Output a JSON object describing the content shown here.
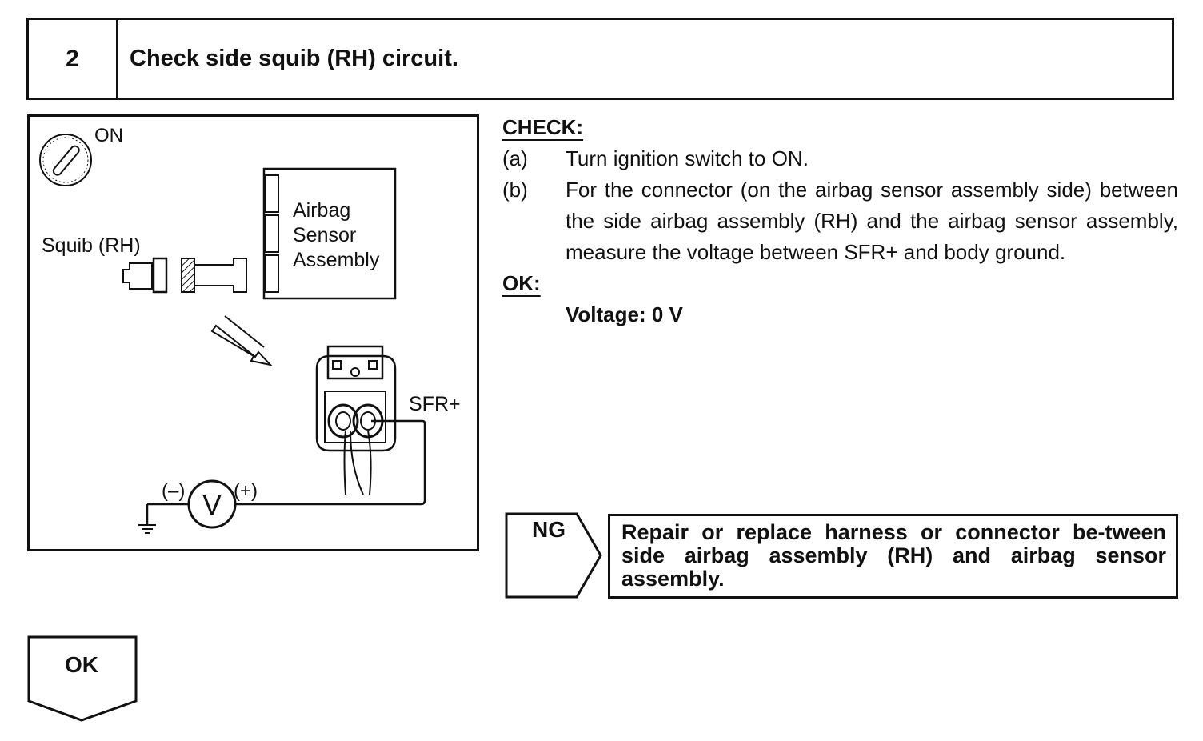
{
  "step": {
    "number": "2",
    "title": "Check side squib (RH) circuit."
  },
  "diagram": {
    "ignition_label": "ON",
    "squib_label": "Squib (RH)",
    "sensor_label_line1": "Airbag",
    "sensor_label_line2": "Sensor",
    "sensor_label_line3": "Assembly",
    "terminal_label": "SFR+",
    "meter_symbol": "V",
    "minus_label": "(–)",
    "plus_label": "(+)"
  },
  "check": {
    "heading": "CHECK:",
    "items": [
      {
        "mark": "(a)",
        "text": "Turn ignition switch to ON."
      },
      {
        "mark": "(b)",
        "text": "For the connector (on the airbag sensor assembly side) between the side airbag assembly (RH) and the airbag sensor assembly, measure the voltage between SFR+ and body ground."
      }
    ],
    "ok_heading": "OK:",
    "spec": "Voltage: 0 V"
  },
  "ng": {
    "label": "NG",
    "action": "Repair or replace harness or connector be-tween side airbag assembly (RH) and airbag sensor assembly."
  },
  "ok": {
    "label": "OK"
  }
}
